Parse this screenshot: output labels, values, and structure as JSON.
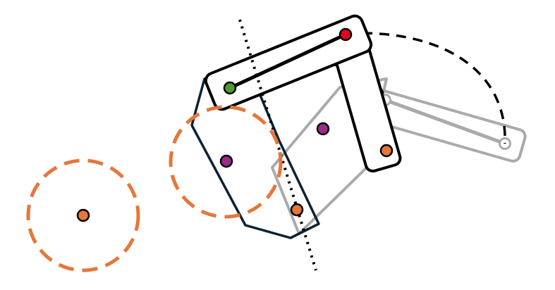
{
  "colors": {
    "background": "#ffffff",
    "ink": "#000000",
    "polygon_outline": "#0c2233",
    "ghost": "#aaaaaa",
    "ghost_fill": "#ffffff",
    "orange": "#e5773a",
    "purple": "#9b2a8a",
    "green": "#4e9a2f",
    "red": "#e8001c"
  },
  "shapes": {
    "ghost_polygon": "ghost-outline",
    "ghost_link": "ghost-rounded-link",
    "active_polygon": "dark-outline",
    "active_link": "rounded-link",
    "vertical_link": "rounded-link",
    "mirror_line": "dotted-line",
    "swing_arc": "dashed-arc",
    "target_circle": "dashed-circle"
  }
}
